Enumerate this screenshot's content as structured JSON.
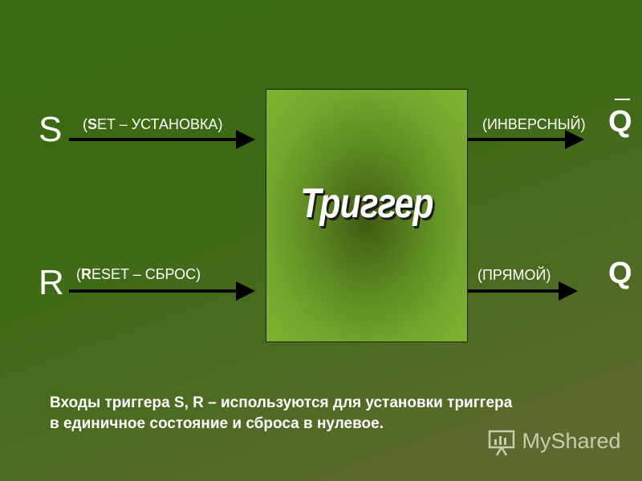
{
  "inputs": {
    "s": {
      "letter": "S",
      "label_open": "(",
      "label_bold": "S",
      "label_rest": "ET – УСТАНОВКА)"
    },
    "r": {
      "letter": "R",
      "label_open": "(",
      "label_bold": "R",
      "label_rest": "ESET – СБРОС)"
    }
  },
  "block": {
    "title": "Триггер"
  },
  "outputs": {
    "inverse": {
      "label": "(ИНВЕРСНЫЙ)",
      "letter": "Q"
    },
    "direct": {
      "label": "(ПРЯМОЙ)",
      "letter": "Q"
    }
  },
  "caption": {
    "line1": "Входы триггера  S, R – используются для установки триггера",
    "line2": "в единичное состояние и сброса в нулевое."
  },
  "watermark": {
    "text": "MyShared",
    "icon": "presentation-icon"
  },
  "colors": {
    "arrow": "#000000",
    "text": "#ffffff",
    "block": "#77a82e"
  }
}
